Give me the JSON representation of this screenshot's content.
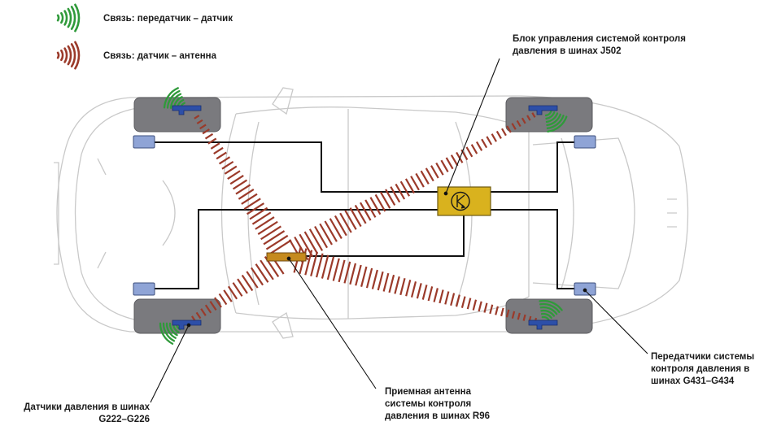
{
  "legend": {
    "transmitter_sensor": "Связь: передатчик – датчик",
    "sensor_antenna": "Связь: датчик – антенна"
  },
  "labels": {
    "control_unit": [
      "Блок управления системой контроля",
      "давления в шинах J502"
    ],
    "transmitters": [
      "Передатчики системы",
      "контроля давления в",
      "шинах G431–G434"
    ],
    "antenna": [
      "Приемная антенна",
      "системы контроля",
      "давления в шинах R96"
    ],
    "sensors": [
      "Датчики давления в шинах",
      "G222–G226"
    ]
  },
  "colors": {
    "green_wave": "#2f9a3a",
    "red_wave": "#9b3a2a",
    "control_unit": "#d9b21e",
    "antenna": "#c58a1e",
    "transmitter": "#8fa4d6",
    "sensor": "#2d4fa8",
    "wheel": "#7a7a7e",
    "wire": "#111111"
  },
  "icons": {
    "legend_green": "wave-green-icon",
    "legend_red": "wave-red-icon",
    "control_unit_symbol": "transistor-symbol-icon"
  }
}
